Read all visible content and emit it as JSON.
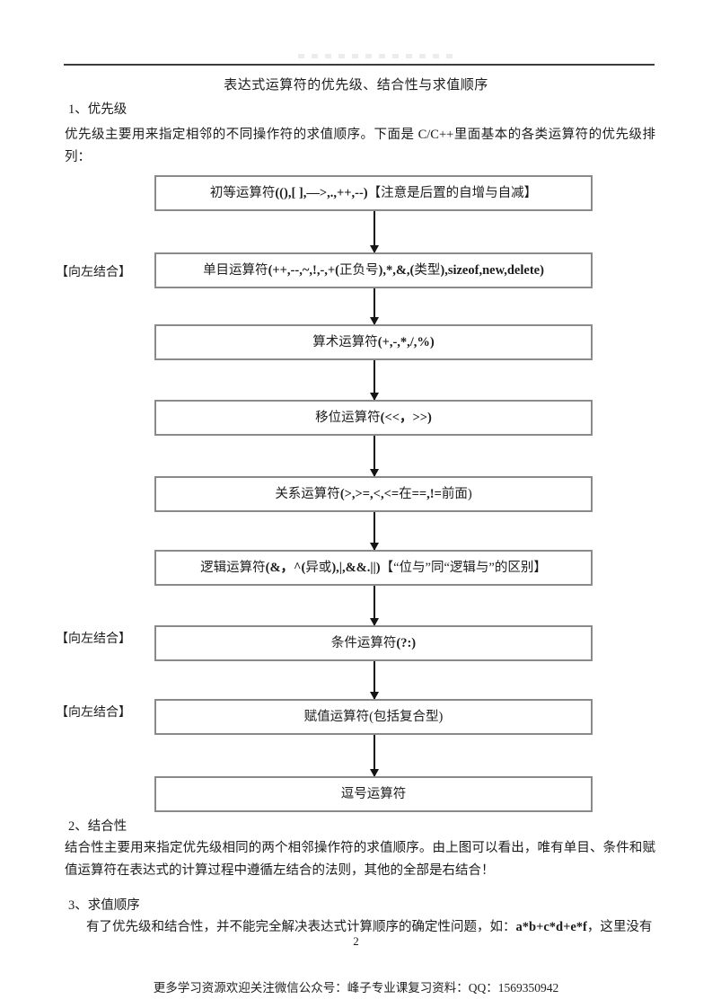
{
  "page": {
    "title": "表达式运算符的优先级、结合性与求值顺序",
    "page_number": "2",
    "footer": "更多学习资源欢迎关注微信公众号：峰子专业课复习资料：QQ：1569350942"
  },
  "sections": [
    {
      "heading": "1、优先级",
      "body": "优先级主要用来指定相邻的不同操作符的求值顺序。下面是 C/C++里面基本的各类运算符的优先级排列："
    },
    {
      "heading": "2、结合性",
      "body": "结合性主要用来指定优先级相同的两个相邻操作符的求值顺序。由上图可以看出，唯有单目、条件和赋值运算符在表达式的计算过程中遵循左结合的法则，其他的全部是右结合！"
    },
    {
      "heading": "3、求值顺序",
      "body_prefix": "有了优先级和结合性，并不能完全解决表达式计算顺序的确定性问题，如：",
      "body_code": "a*b+c*d+e*f",
      "body_suffix": "，这里没有"
    }
  ],
  "flowchart": {
    "assoc_label": "【向左结合】",
    "boxes": [
      {
        "assoc": false,
        "segments": [
          {
            "text": "初等运算符",
            "bold": false
          },
          {
            "text": "((),[ ],—>,.,++,--)",
            "bold": true
          },
          {
            "text": "【注意是后置的自增与自减】",
            "bold": false
          }
        ]
      },
      {
        "assoc": true,
        "segments": [
          {
            "text": "单目运算符",
            "bold": false
          },
          {
            "text": "(++,--,~,!,-,+(",
            "bold": true
          },
          {
            "text": "正负号",
            "bold": false
          },
          {
            "text": "),*,&,(",
            "bold": true
          },
          {
            "text": "类型",
            "bold": false
          },
          {
            "text": "),sizeof,new,delete)",
            "bold": true
          }
        ]
      },
      {
        "assoc": false,
        "segments": [
          {
            "text": "算术运算符",
            "bold": false
          },
          {
            "text": "(+,-,*,/,%)",
            "bold": true
          }
        ]
      },
      {
        "assoc": false,
        "segments": [
          {
            "text": "移位运算符",
            "bold": false
          },
          {
            "text": "(<<，>>)",
            "bold": true
          }
        ]
      },
      {
        "assoc": false,
        "segments": [
          {
            "text": "关系运算符",
            "bold": false
          },
          {
            "text": "(>,>=,<,<=",
            "bold": true
          },
          {
            "text": "在",
            "bold": false
          },
          {
            "text": "==,!=",
            "bold": true
          },
          {
            "text": "前面)",
            "bold": false
          }
        ]
      },
      {
        "assoc": false,
        "segments": [
          {
            "text": "逻辑运算符",
            "bold": false
          },
          {
            "text": "(&，^(",
            "bold": true
          },
          {
            "text": "异或",
            "bold": false
          },
          {
            "text": "),|,&&.||)",
            "bold": true
          },
          {
            "text": "【“位与”同“逻辑与”的区别】",
            "bold": false
          }
        ]
      },
      {
        "assoc": true,
        "segments": [
          {
            "text": "条件运算符",
            "bold": false
          },
          {
            "text": "(?:)",
            "bold": true
          }
        ]
      },
      {
        "assoc": true,
        "segments": [
          {
            "text": "赋值运算符(包括复合型)",
            "bold": false
          }
        ]
      },
      {
        "assoc": false,
        "segments": [
          {
            "text": "逗号运算符",
            "bold": false
          }
        ]
      }
    ]
  },
  "colors": {
    "text": "#1c1c1c",
    "box_border": "#8a8a8a",
    "rule": "#3c3c3c",
    "background": "#ffffff"
  }
}
